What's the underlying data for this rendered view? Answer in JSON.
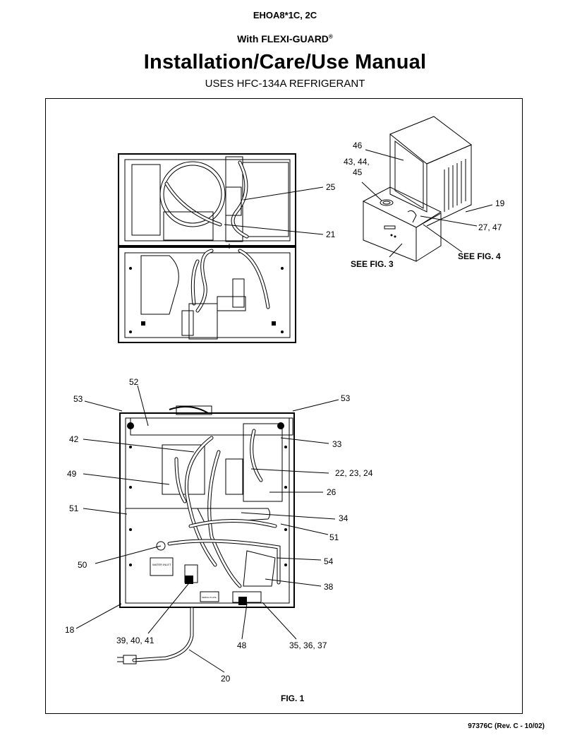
{
  "header": {
    "model": "EHOA8*1C, 2C",
    "with_prefix": "With FLEXI-GUARD",
    "reg_mark": "®",
    "title": "Installation/Care/Use Manual",
    "subtitle": "USES HFC-134A REFRIGERANT"
  },
  "callouts": {
    "top_view": [
      "25",
      "21"
    ],
    "cabinet": [
      "46",
      "43, 44,",
      "45",
      "19",
      "27, 47"
    ],
    "see_refs": [
      "SEE FIG. 3",
      "SEE FIG. 4"
    ],
    "main_view": [
      "52",
      "53",
      "53",
      "42",
      "33",
      "49",
      "22, 23, 24",
      "26",
      "51",
      "34",
      "51",
      "50",
      "54",
      "38",
      "18",
      "39, 40, 41",
      "48",
      "35, 36, 37",
      "20"
    ]
  },
  "placards": {
    "warning_decal": "WATER INLET",
    "label_plate": "SERIAL PLATE"
  },
  "figure_label": "FIG. 1",
  "footer": "97376C (Rev. C - 10/02)"
}
